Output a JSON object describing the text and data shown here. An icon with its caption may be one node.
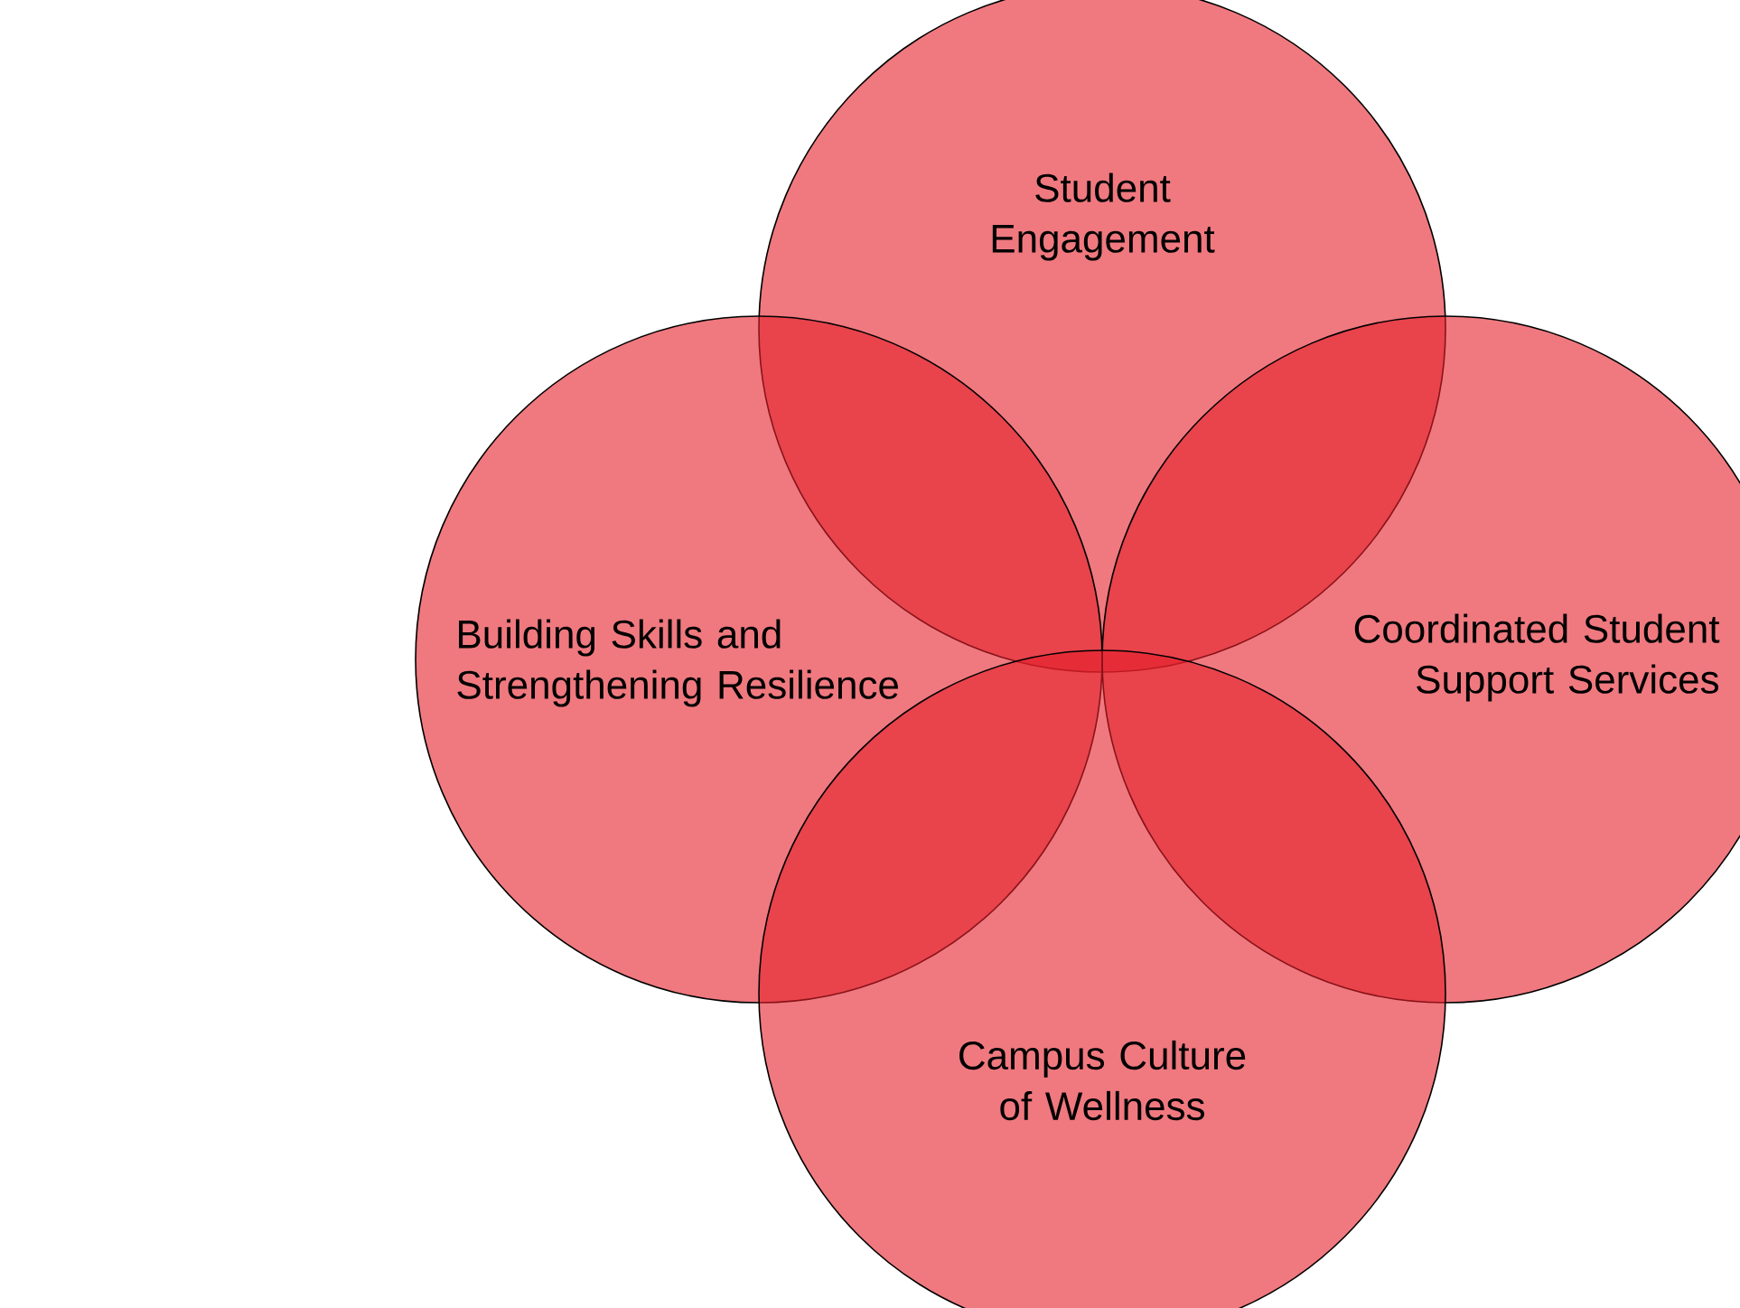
{
  "diagram": {
    "nodes": [
      {
        "text": [
          "Student Engagement"
        ]
      },
      {
        "text": [
          "Building Skills and Strengthening Resilience"
        ]
      },
      {
        "text": [
          "Coordinated Student Support Services"
        ]
      },
      {
        "text": [
          "Campus Culture of Wellness"
        ]
      }
    ]
  }
}
